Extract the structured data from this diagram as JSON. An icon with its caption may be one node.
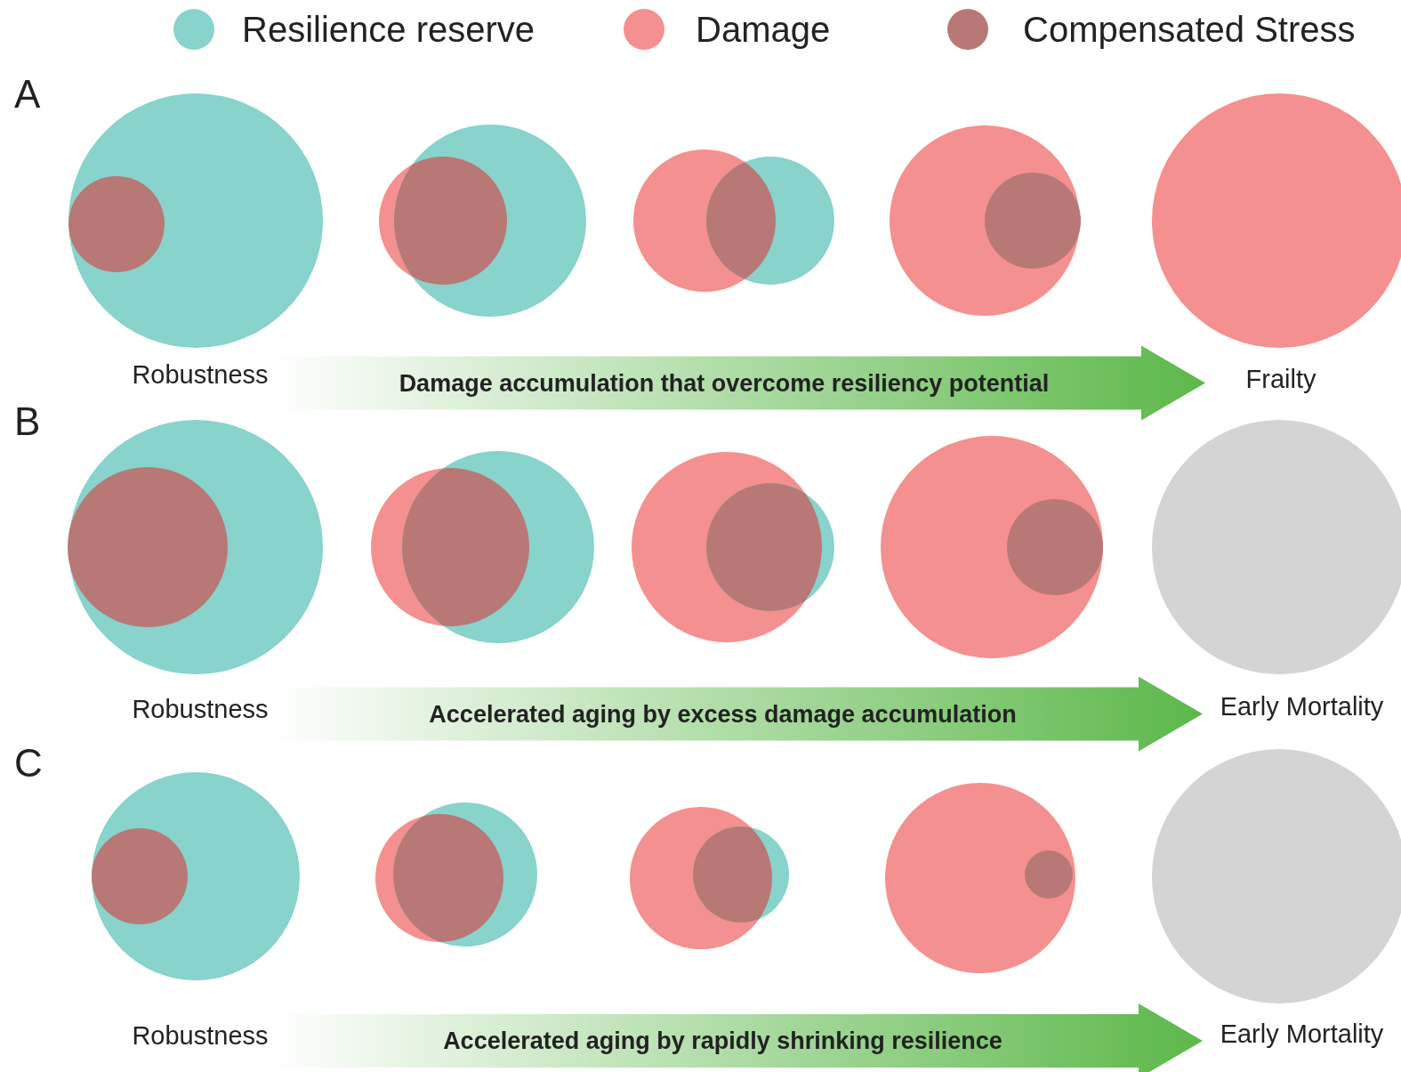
{
  "diagram": {
    "nodes": [
      {
        "text": [
          "Robustness"
        ]
      },
      {
        "text": [
          "Frailty"
        ]
      },
      {
        "text": [
          "Robustness"
        ]
      },
      {
        "text": [
          "Early Mortality"
        ]
      },
      {
        "text": [
          "Robustness"
        ]
      },
      {
        "text": [
          "Early Mortality"
        ]
      }
    ],
    "edges": [
      {
        "from": 0,
        "to": 1,
        "arrow": "to",
        "style": "thick",
        "label": "Damage accumulation that overcome resiliency potential"
      },
      {
        "from": 2,
        "to": 3,
        "arrow": "to",
        "style": "thick",
        "label": "Accelerated aging by excess damage accumulation"
      },
      {
        "from": 4,
        "to": 5,
        "arrow": "to",
        "style": "thick",
        "label": "Accelerated aging by rapidly shrinking resilience"
      }
    ],
    "labels": [
      "A",
      "B",
      "C"
    ],
    "legend": [
      {
        "text": "Resilience reserve",
        "color": "#88d3cc"
      },
      {
        "text": "Damage",
        "color": "#f4908f"
      },
      {
        "text": "Compensated Stress",
        "color": "#b87876"
      }
    ]
  }
}
